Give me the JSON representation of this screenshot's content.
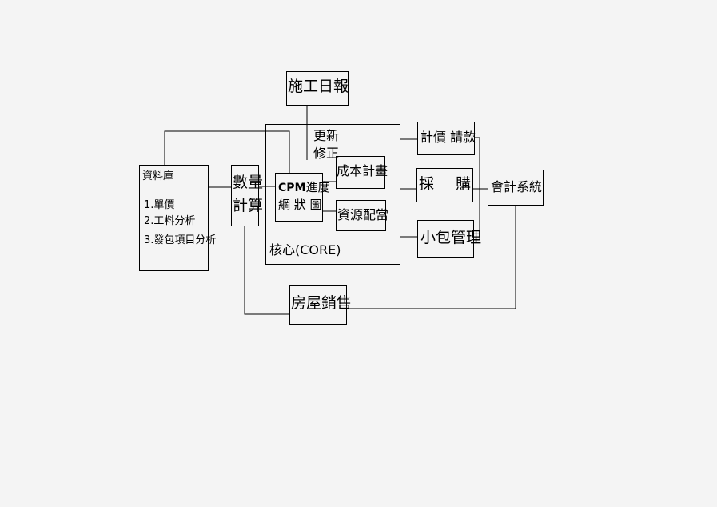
{
  "nodes": {
    "construction_daily": "施工日報",
    "update_revise_line1": "更新",
    "update_revise_line2": "修正",
    "database": {
      "title": "資料庫",
      "items": [
        "1.單價",
        "2.工料分析",
        "3.發包項目分析"
      ]
    },
    "quantity_calc_line1": "數量",
    "quantity_calc_line2": "計算",
    "cpm_line1_bold": "CPM",
    "cpm_line1_rest": "進度",
    "cpm_line2": "網 狀 圖",
    "cost_plan": "成本計畫",
    "resource_allocation": "資源配當",
    "core": "核心(CORE)",
    "valuation_billing": "計價 請款",
    "procurement_left": "採",
    "procurement_right": "購",
    "subcontract_mgmt": "小包管理",
    "accounting_system": "會計系統",
    "house_sales": "房屋銷售"
  }
}
